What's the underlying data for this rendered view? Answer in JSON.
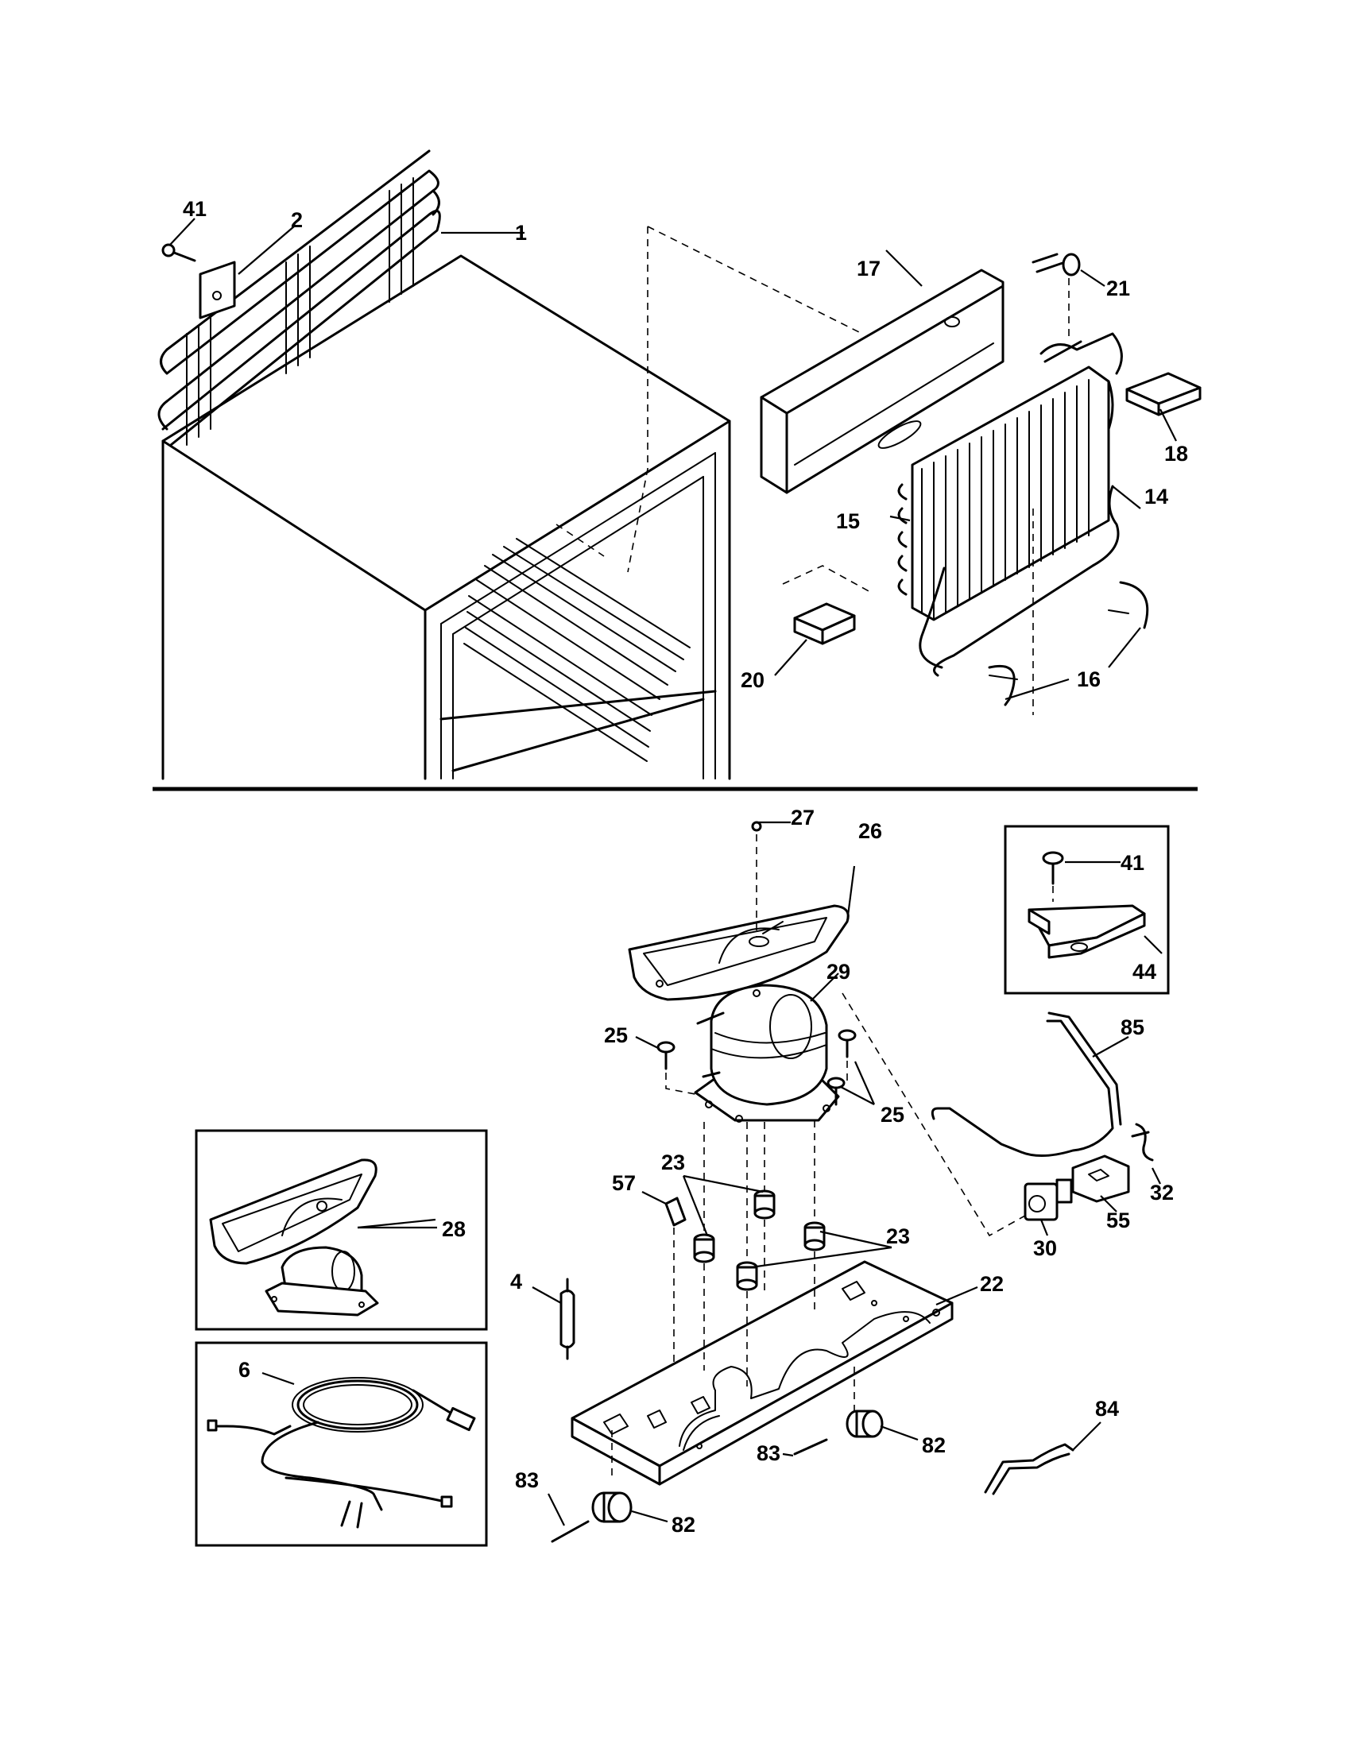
{
  "callouts": [
    {
      "id": "c1",
      "label": "1"
    },
    {
      "id": "c2",
      "label": "2"
    },
    {
      "id": "c41a",
      "label": "41"
    },
    {
      "id": "c17",
      "label": "17"
    },
    {
      "id": "c21",
      "label": "21"
    },
    {
      "id": "c18",
      "label": "18"
    },
    {
      "id": "c14",
      "label": "14"
    },
    {
      "id": "c15",
      "label": "15"
    },
    {
      "id": "c20",
      "label": "20"
    },
    {
      "id": "c16",
      "label": "16"
    },
    {
      "id": "c27",
      "label": "27"
    },
    {
      "id": "c26",
      "label": "26"
    },
    {
      "id": "c41b",
      "label": "41"
    },
    {
      "id": "c44",
      "label": "44"
    },
    {
      "id": "c29",
      "label": "29"
    },
    {
      "id": "c25a",
      "label": "25"
    },
    {
      "id": "c25b",
      "label": "25"
    },
    {
      "id": "c85",
      "label": "85"
    },
    {
      "id": "c23a",
      "label": "23"
    },
    {
      "id": "c23b",
      "label": "23"
    },
    {
      "id": "c57",
      "label": "57"
    },
    {
      "id": "c28",
      "label": "28"
    },
    {
      "id": "c32",
      "label": "32"
    },
    {
      "id": "c55",
      "label": "55"
    },
    {
      "id": "c30",
      "label": "30"
    },
    {
      "id": "c4",
      "label": "4"
    },
    {
      "id": "c22",
      "label": "22"
    },
    {
      "id": "c6",
      "label": "6"
    },
    {
      "id": "c84",
      "label": "84"
    },
    {
      "id": "c83a",
      "label": "83"
    },
    {
      "id": "c82a",
      "label": "82"
    },
    {
      "id": "c83b",
      "label": "83"
    },
    {
      "id": "c82b",
      "label": "82"
    }
  ]
}
